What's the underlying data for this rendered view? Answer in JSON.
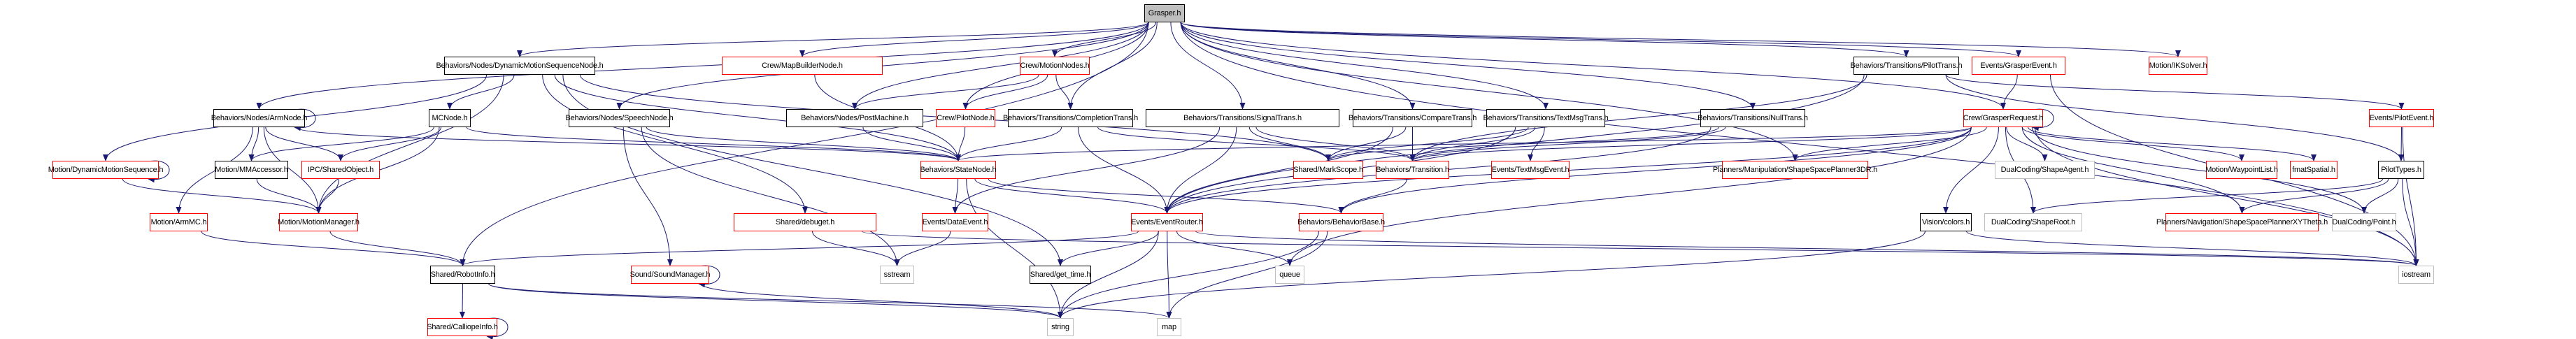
{
  "title": "Grasper.h",
  "colors": {
    "edge": "#191970",
    "documented_border": "#000000",
    "undocumented_border": "#ff0000",
    "external_border": "#bfbfbf",
    "root_fill": "#bfbfbf"
  },
  "nodes": [
    {
      "id": "grasper",
      "label": "Grasper.h",
      "style": "root"
    },
    {
      "id": "dmsnode",
      "label": "Behaviors/Nodes/DynamicMotionSequenceNode.h",
      "style": "black"
    },
    {
      "id": "mapbuilder",
      "label": "Crew/MapBuilderNode.h",
      "style": "red"
    },
    {
      "id": "motionnodes",
      "label": "Crew/MotionNodes.h",
      "style": "red"
    },
    {
      "id": "pilottrans",
      "label": "Behaviors/Transitions/PilotTrans.h",
      "style": "black"
    },
    {
      "id": "grasperevent",
      "label": "Events/GrasperEvent.h",
      "style": "red"
    },
    {
      "id": "iksolver",
      "label": "Motion/IKSolver.h",
      "style": "red"
    },
    {
      "id": "armnode",
      "label": "Behaviors/Nodes/ArmNode.h",
      "style": "black"
    },
    {
      "id": "mcnode",
      "label": "MCNode.h",
      "style": "black"
    },
    {
      "id": "speechnode",
      "label": "Behaviors/Nodes/SpeechNode.h",
      "style": "black"
    },
    {
      "id": "postmachine",
      "label": "Behaviors/Nodes/PostMachine.h",
      "style": "black"
    },
    {
      "id": "pilotnode",
      "label": "Crew/PilotNode.h",
      "style": "red"
    },
    {
      "id": "completiontrans",
      "label": "Behaviors/Transitions/CompletionTrans.h",
      "style": "black"
    },
    {
      "id": "signaltrans",
      "label": "Behaviors/Transitions/SignalTrans.h",
      "style": "black"
    },
    {
      "id": "comparetrans",
      "label": "Behaviors/Transitions/CompareTrans.h",
      "style": "black"
    },
    {
      "id": "textmsgtrans",
      "label": "Behaviors/Transitions/TextMsgTrans.h",
      "style": "black"
    },
    {
      "id": "nulltrans",
      "label": "Behaviors/Transitions/NullTrans.h",
      "style": "black"
    },
    {
      "id": "grasperrequest",
      "label": "Crew/GrasperRequest.h",
      "style": "red"
    },
    {
      "id": "pilotevent",
      "label": "Events/PilotEvent.h",
      "style": "red"
    },
    {
      "id": "dms",
      "label": "Motion/DynamicMotionSequence.h",
      "style": "red"
    },
    {
      "id": "mmaccessor",
      "label": "Motion/MMAccessor.h",
      "style": "black"
    },
    {
      "id": "sharedobject",
      "label": "IPC/SharedObject.h",
      "style": "red"
    },
    {
      "id": "statenode",
      "label": "Behaviors/StateNode.h",
      "style": "red"
    },
    {
      "id": "markscope",
      "label": "Shared/MarkScope.h",
      "style": "red"
    },
    {
      "id": "transition",
      "label": "Behaviors/Transition.h",
      "style": "red"
    },
    {
      "id": "textmsgevent",
      "label": "Events/TextMsgEvent.h",
      "style": "red"
    },
    {
      "id": "planner3dr",
      "label": "Planners/Manipulation/ShapeSpacePlanner3DR.h",
      "style": "red"
    },
    {
      "id": "shapeagent",
      "label": "DualCoding/ShapeAgent.h",
      "style": "gray"
    },
    {
      "id": "waypointlist",
      "label": "Motion/WaypointList.h",
      "style": "red"
    },
    {
      "id": "fmatspatial",
      "label": "fmatSpatial.h",
      "style": "red"
    },
    {
      "id": "pilottypes",
      "label": "PilotTypes.h",
      "style": "black"
    },
    {
      "id": "armmc",
      "label": "Motion/ArmMC.h",
      "style": "red"
    },
    {
      "id": "motionmanager",
      "label": "Motion/MotionManager.h",
      "style": "red"
    },
    {
      "id": "debuget",
      "label": "Shared/debuget.h",
      "style": "red"
    },
    {
      "id": "dataevent",
      "label": "Events/DataEvent.h",
      "style": "red"
    },
    {
      "id": "eventrouter",
      "label": "Events/EventRouter.h",
      "style": "red"
    },
    {
      "id": "behaviorbase",
      "label": "Behaviors/BehaviorBase.h",
      "style": "red"
    },
    {
      "id": "colors",
      "label": "Vision/colors.h",
      "style": "black"
    },
    {
      "id": "shaperoot",
      "label": "DualCoding/ShapeRoot.h",
      "style": "gray"
    },
    {
      "id": "plannerxyt",
      "label": "Planners/Navigation/ShapeSpacePlannerXYTheta.h",
      "style": "red"
    },
    {
      "id": "point",
      "label": "DualCoding/Point.h",
      "style": "gray"
    },
    {
      "id": "robotinfo",
      "label": "Shared/RobotInfo.h",
      "style": "black"
    },
    {
      "id": "soundmanager",
      "label": "Sound/SoundManager.h",
      "style": "red"
    },
    {
      "id": "sstream",
      "label": "sstream",
      "style": "gray"
    },
    {
      "id": "gettime",
      "label": "Shared/get_time.h",
      "style": "black"
    },
    {
      "id": "queue",
      "label": "queue",
      "style": "gray"
    },
    {
      "id": "iostream",
      "label": "iostream",
      "style": "gray"
    },
    {
      "id": "calliope",
      "label": "Shared/CalliopeInfo.h",
      "style": "red"
    },
    {
      "id": "string",
      "label": "string",
      "style": "gray"
    },
    {
      "id": "map",
      "label": "map",
      "style": "gray"
    }
  ],
  "edges": [
    [
      "grasper",
      "armnode"
    ],
    [
      "grasper",
      "dmsnode"
    ],
    [
      "grasper",
      "robotinfo"
    ],
    [
      "grasper",
      "mapbuilder"
    ],
    [
      "grasper",
      "motionnodes"
    ],
    [
      "grasper",
      "postmachine"
    ],
    [
      "grasper",
      "pilotnode"
    ],
    [
      "grasper",
      "completiontrans"
    ],
    [
      "grasper",
      "signaltrans"
    ],
    [
      "grasper",
      "comparetrans"
    ],
    [
      "grasper",
      "textmsgtrans"
    ],
    [
      "grasper",
      "nulltrans"
    ],
    [
      "grasper",
      "speechnode"
    ],
    [
      "grasper",
      "planner3dr"
    ],
    [
      "grasper",
      "pilottrans"
    ],
    [
      "grasper",
      "grasperevent"
    ],
    [
      "grasper",
      "grasperrequest"
    ],
    [
      "grasper",
      "iksolver"
    ],
    [
      "grasper",
      "iostream"
    ],
    [
      "dmsnode",
      "mcnode"
    ],
    [
      "dmsnode",
      "motionmanager"
    ],
    [
      "dmsnode",
      "dms"
    ],
    [
      "dmsnode",
      "debuget"
    ],
    [
      "dmsnode",
      "gettime"
    ],
    [
      "dmsnode",
      "statenode"
    ],
    [
      "dmsnode",
      "markscope"
    ],
    [
      "armnode",
      "armnode"
    ],
    [
      "armnode",
      "mmaccessor"
    ],
    [
      "armnode",
      "sharedobject"
    ],
    [
      "armnode",
      "motionmanager"
    ],
    [
      "armnode",
      "armmc"
    ],
    [
      "armnode",
      "statenode"
    ],
    [
      "mcnode",
      "mmaccessor"
    ],
    [
      "mcnode",
      "sharedobject"
    ],
    [
      "mcnode",
      "motionmanager"
    ],
    [
      "mcnode",
      "statenode"
    ],
    [
      "dms",
      "dms"
    ],
    [
      "dms",
      "motionmanager"
    ],
    [
      "mmaccessor",
      "motionmanager"
    ],
    [
      "sharedobject",
      "motionmanager"
    ],
    [
      "armmc",
      "robotinfo"
    ],
    [
      "motionmanager",
      "robotinfo"
    ],
    [
      "robotinfo",
      "calliope"
    ],
    [
      "robotinfo",
      "string"
    ],
    [
      "robotinfo",
      "map"
    ],
    [
      "calliope",
      "calliope"
    ],
    [
      "speechnode",
      "soundmanager"
    ],
    [
      "speechnode",
      "statenode"
    ],
    [
      "speechnode",
      "sstream"
    ],
    [
      "soundmanager",
      "soundmanager"
    ],
    [
      "soundmanager",
      "string"
    ],
    [
      "mapbuilder",
      "statenode"
    ],
    [
      "motionnodes",
      "postmachine"
    ],
    [
      "motionnodes",
      "pilotnode"
    ],
    [
      "motionnodes",
      "completiontrans"
    ],
    [
      "postmachine",
      "statenode"
    ],
    [
      "pilotnode",
      "statenode"
    ],
    [
      "completiontrans",
      "statenode"
    ],
    [
      "completiontrans",
      "eventrouter"
    ],
    [
      "completiontrans",
      "transition"
    ],
    [
      "statenode",
      "dataevent"
    ],
    [
      "statenode",
      "string"
    ],
    [
      "statenode",
      "eventrouter"
    ],
    [
      "statenode",
      "behaviorbase"
    ],
    [
      "dataevent",
      "sstream"
    ],
    [
      "debuget",
      "sstream"
    ],
    [
      "debuget",
      "iostream"
    ],
    [
      "eventrouter",
      "gettime"
    ],
    [
      "eventrouter",
      "string"
    ],
    [
      "eventrouter",
      "map"
    ],
    [
      "eventrouter",
      "queue"
    ],
    [
      "eventrouter",
      "robotinfo"
    ],
    [
      "eventrouter",
      "iostream"
    ],
    [
      "behaviorbase",
      "string"
    ],
    [
      "behaviorbase",
      "map"
    ],
    [
      "signaltrans",
      "dataevent"
    ],
    [
      "signaltrans",
      "eventrouter"
    ],
    [
      "signaltrans",
      "transition"
    ],
    [
      "signaltrans",
      "markscope"
    ],
    [
      "comparetrans",
      "markscope"
    ],
    [
      "comparetrans",
      "transition"
    ],
    [
      "comparetrans",
      "eventrouter"
    ],
    [
      "textmsgtrans",
      "markscope"
    ],
    [
      "textmsgtrans",
      "transition"
    ],
    [
      "textmsgtrans",
      "textmsgevent"
    ],
    [
      "textmsgtrans",
      "eventrouter"
    ],
    [
      "nulltrans",
      "transition"
    ],
    [
      "nulltrans",
      "markscope"
    ],
    [
      "nulltrans",
      "eventrouter"
    ],
    [
      "transition",
      "behaviorbase"
    ],
    [
      "pilottrans",
      "transition"
    ],
    [
      "pilottrans",
      "eventrouter"
    ],
    [
      "pilottrans",
      "pilotevent"
    ],
    [
      "pilottrans",
      "pilottypes"
    ],
    [
      "grasperevent",
      "grasperrequest"
    ],
    [
      "grasperevent",
      "iostream"
    ],
    [
      "grasperrequest",
      "grasperrequest"
    ],
    [
      "grasperrequest",
      "statenode"
    ],
    [
      "grasperrequest",
      "planner3dr"
    ],
    [
      "grasperrequest",
      "eventrouter"
    ],
    [
      "grasperrequest",
      "behaviorbase"
    ],
    [
      "grasperrequest",
      "queue"
    ],
    [
      "grasperrequest",
      "colors"
    ],
    [
      "grasperrequest",
      "shaperoot"
    ],
    [
      "grasperrequest",
      "shapeagent"
    ],
    [
      "grasperrequest",
      "waypointlist"
    ],
    [
      "grasperrequest",
      "fmatspatial"
    ],
    [
      "grasperrequest",
      "plannerxyt"
    ],
    [
      "grasperrequest",
      "point"
    ],
    [
      "grasperrequest",
      "iostream"
    ],
    [
      "grasperrequest",
      "transition"
    ],
    [
      "pilotevent",
      "pilottypes"
    ],
    [
      "pilotevent",
      "iostream"
    ],
    [
      "pilottypes",
      "shaperoot"
    ],
    [
      "pilottypes",
      "plannerxyt"
    ],
    [
      "pilottypes",
      "point"
    ],
    [
      "pilottypes",
      "iostream"
    ],
    [
      "colors",
      "string"
    ],
    [
      "colors",
      "iostream"
    ]
  ]
}
